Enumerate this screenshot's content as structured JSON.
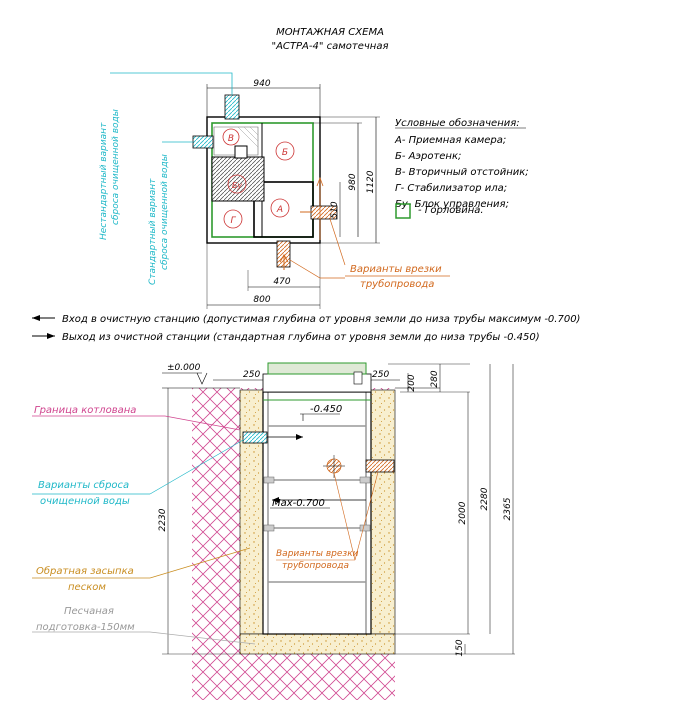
{
  "title": {
    "line1": "МОНТАЖНАЯ СХЕМА",
    "line2": "\"АСТРА-4\" самотечная"
  },
  "plan": {
    "dims": {
      "top": "940",
      "right1": "980",
      "right2": "1120",
      "side": "510",
      "bottom1": "470",
      "bottom2": "800"
    },
    "labels": {
      "a": "А",
      "b": "Б",
      "v": "В",
      "g": "Г",
      "bu": "Бу"
    },
    "legend": {
      "title": "Условные обозначения:",
      "items": [
        "А- Приемная камера;",
        "Б- Аэротенк;",
        "В- Вторичный отстойник;",
        "Г- Стабилизатор ила;",
        "Бу- Блок управления;"
      ],
      "neck": "- Горловина."
    },
    "nonstandard_discharge": {
      "line1": "Нестандартный вариант",
      "line2": "сброса очищенной воды"
    },
    "standard_discharge": {
      "line1": "Стандартный вариант",
      "line2": "сброса очищенной воды"
    },
    "pipe_variants": {
      "line1": "Варианты врезки",
      "line2": "трубопровода"
    }
  },
  "notes": {
    "inlet": "Вход в очистную станцию (допустимая глубина от уровня земли до низа трубы максимум -0.700)",
    "outlet": "Выход из очистной станции (стандартная глубина от уровня земли до низа трубы -0.450)"
  },
  "section": {
    "zero": "±0.000",
    "dims": {
      "w250a": "250",
      "w250b": "250",
      "h200": "200",
      "h280": "280",
      "h2230": "2230",
      "h2000": "2000",
      "h2280": "2280",
      "h2365": "2365",
      "h150": "150"
    },
    "levels": {
      "out": "-0.450",
      "max": "Max-0.700"
    },
    "labels": {
      "pit": "Граница котлована",
      "discharge": {
        "line1": "Варианты сброса",
        "line2": "очищенной воды"
      },
      "backfill": {
        "line1": "Обратная засыпка",
        "line2": "песком"
      },
      "sand": {
        "line1": "Песчаная",
        "line2": "подготовка-150мм"
      },
      "pipe": {
        "line1": "Варианты врезки",
        "line2": "трубопровода"
      }
    }
  }
}
